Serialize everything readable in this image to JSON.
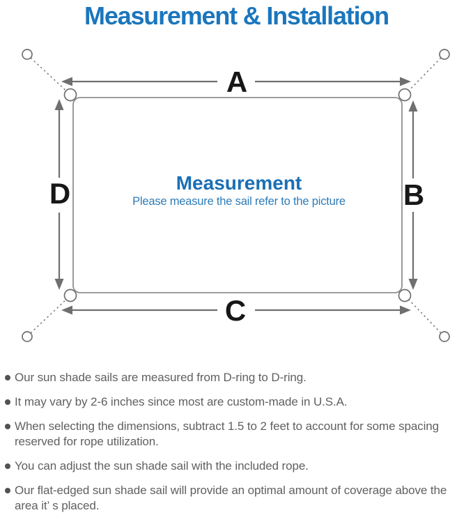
{
  "title": "Measurement & Installation",
  "diagram": {
    "center_title": "Measurement",
    "center_subtitle": "Please measure the sail refer to the picture",
    "labels": {
      "top": "A",
      "right": "B",
      "bottom": "C",
      "left": "D"
    }
  },
  "notes": [
    "Our sun shade sails are measured from D-ring to D-ring.",
    "It may vary by 2-6 inches since most are custom-made in U.S.A.",
    "When selecting the dimensions, subtract 1.5 to 2 feet to account for some spacing reserved for rope utilization.",
    "You can adjust the sun shade sail with the included rope.",
    "Our flat-edged sun shade sail will provide an optimal amount of coverage above the area it’ s placed."
  ],
  "colors": {
    "title_blue": "#1b76bd",
    "diagram_blue": "#1a6fb4",
    "subtitle_blue": "#2e7cb8",
    "line_gray": "#6f6f6f",
    "text_gray": "#606060"
  }
}
